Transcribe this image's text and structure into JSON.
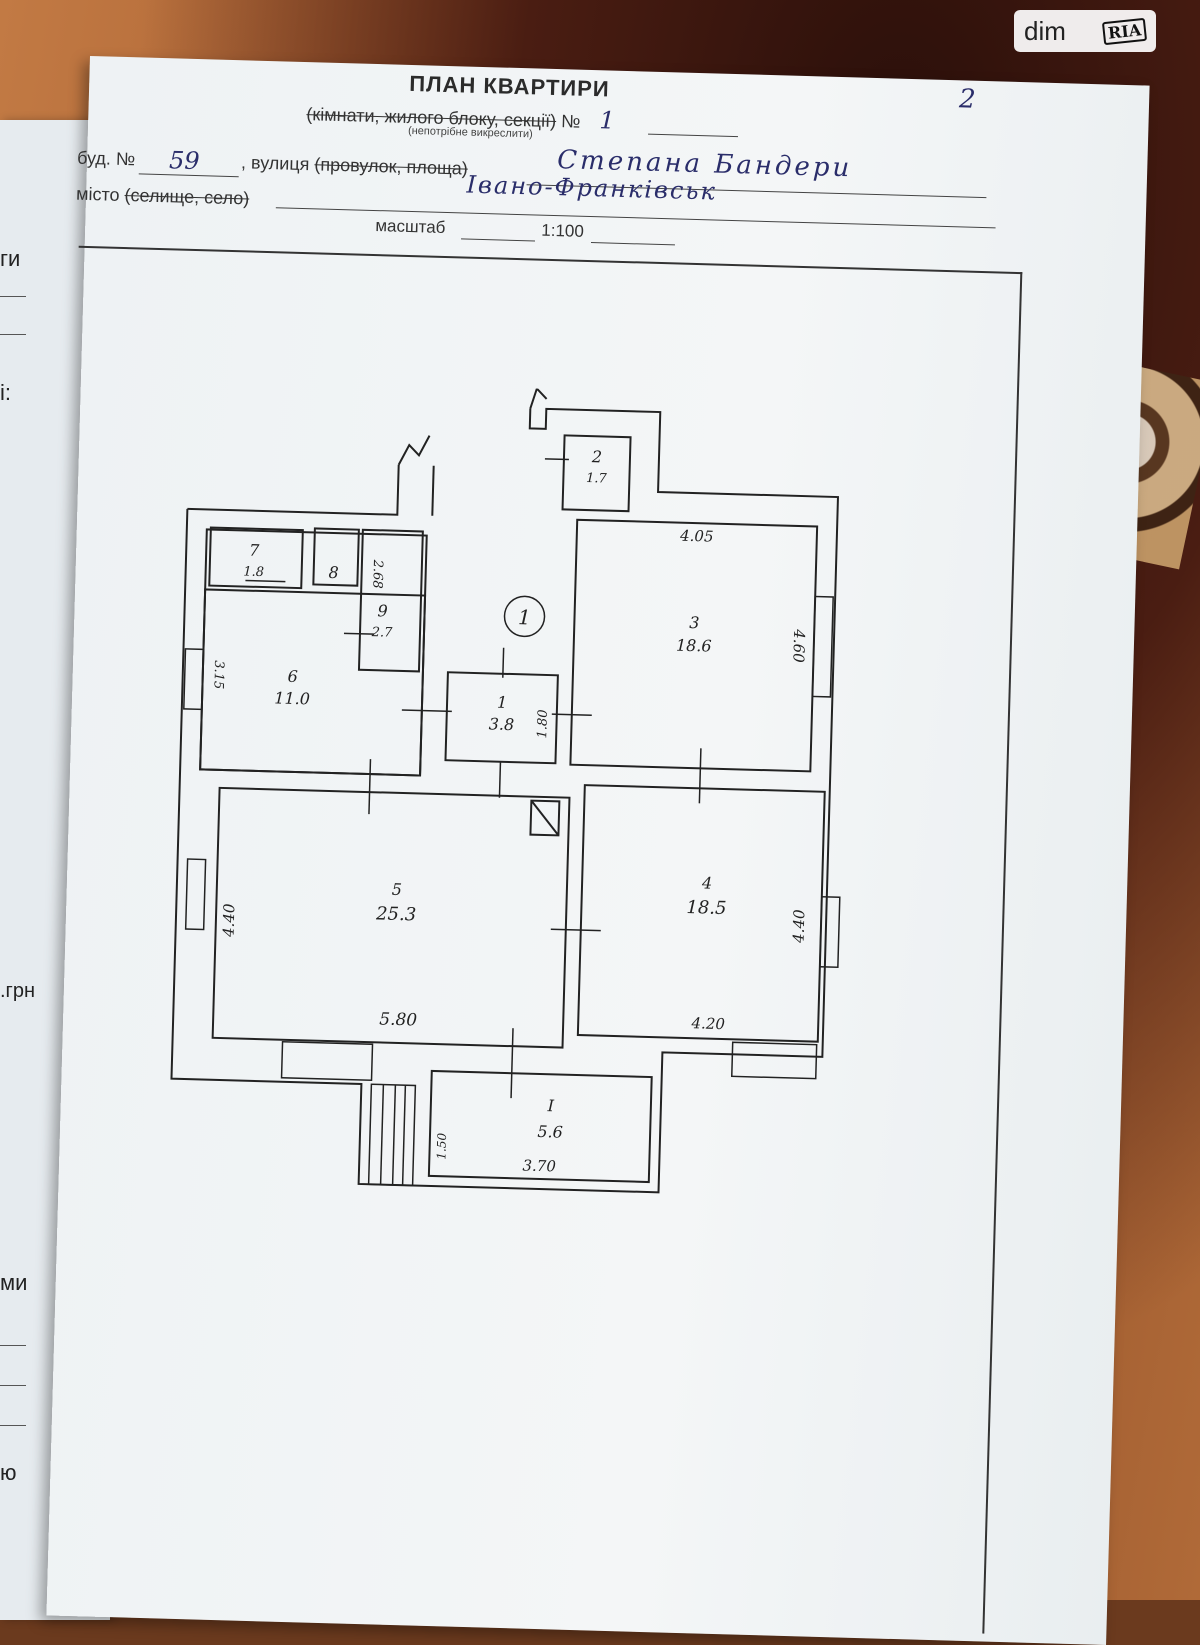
{
  "document": {
    "title": "ПЛАН КВАРТИРИ",
    "page_number": "2",
    "subtitle_struck": "(кімнати, жилого блоку, секції)",
    "subtitle_no_label": "№",
    "subtitle_no_value": "1",
    "subtitle_hint": "(непотрібне викреслити)",
    "building_label": "буд. №",
    "building_number": "59",
    "street_label": ", вулиця",
    "street_struck": "(провулок, площа)",
    "street_value": "Степана Бандери",
    "city_label": "місто",
    "city_struck": "(селище, село)",
    "city_value": "Івано-Франківськ",
    "scale_label": "масштаб",
    "scale_value": "1:100"
  },
  "plan": {
    "apartment_marker": "1",
    "rooms": [
      {
        "num": "2",
        "area": "1.7"
      },
      {
        "num": "7",
        "area": "1.8"
      },
      {
        "num": "8",
        "area": ""
      },
      {
        "num": "9",
        "area": "2.7"
      },
      {
        "num": "3",
        "area": "18.6"
      },
      {
        "num": "6",
        "area": "11.0"
      },
      {
        "num": "1",
        "area": "3.8"
      },
      {
        "num": "5",
        "area": "25.3"
      },
      {
        "num": "4",
        "area": "18.5"
      },
      {
        "num": "I",
        "area": "5.6"
      }
    ],
    "dimensions": {
      "room3_top": "4.05",
      "room3_right": "4.60",
      "room9_dim": "2.68",
      "room6_left": "3.15",
      "room1_right": "1.80",
      "room5_left": "4.40",
      "room5_bottom": "5.80",
      "room4_right": "4.40",
      "room4_bottom": "4.20",
      "balcony_left": "1.50",
      "balcony_bottom": "3.70"
    }
  },
  "under_sheet": {
    "fragment_1": "ги",
    "fragment_2": "i:",
    "fragment_3": ".грн",
    "fragment_4": "ми",
    "fragment_5": "ю"
  },
  "watermark": {
    "text": "dim",
    "logo": "RIA"
  }
}
